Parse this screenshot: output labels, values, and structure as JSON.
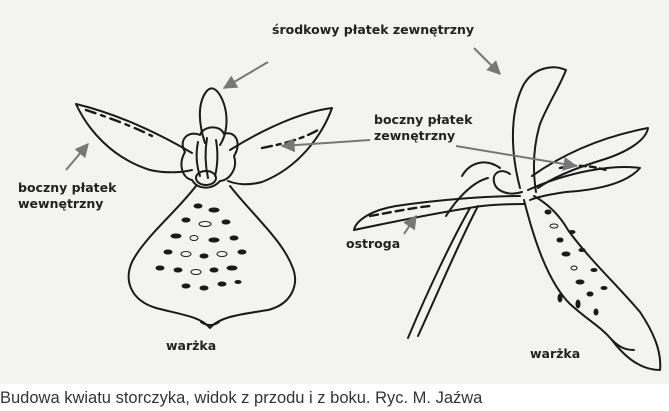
{
  "labels": {
    "top_center": "środkowy płatek zewnętrzny",
    "right_lateral": [
      "boczny płatek",
      "zewnętrzny"
    ],
    "left_lateral": [
      "boczny płatek",
      "wewnętrzny"
    ],
    "front_lip": "warżka",
    "spur": "ostroga",
    "side_lip": "warżka"
  },
  "caption": "Budowa kwiatu storczyka, widok z przodu i z boku. Ryc. M. Jaźwa",
  "colors": {
    "background": "#f3f3f2",
    "ink": "#1a1a1a",
    "arrow": "#777777"
  }
}
